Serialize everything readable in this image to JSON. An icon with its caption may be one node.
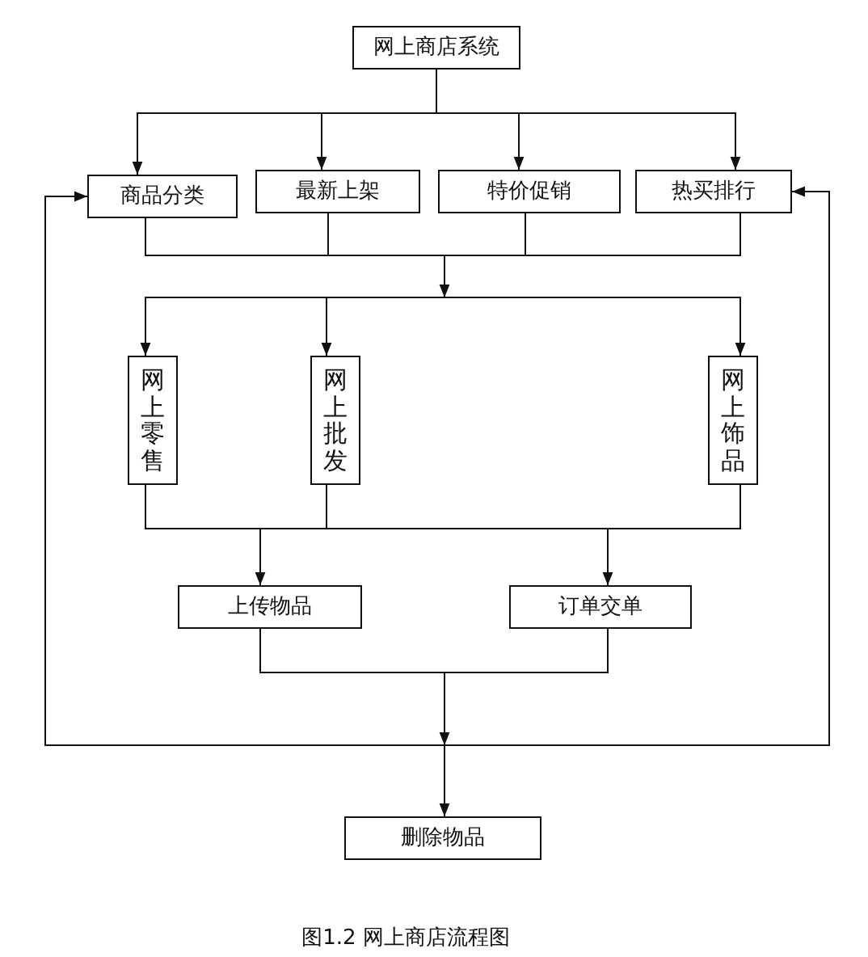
{
  "diagram": {
    "caption": "图1.2 网上商店流程图",
    "nodes": [
      {
        "text": [
          "网上商店系统"
        ]
      },
      {
        "text": [
          "商品分类"
        ]
      },
      {
        "text": [
          "最新上架"
        ]
      },
      {
        "text": [
          "特价促销"
        ]
      },
      {
        "text": [
          "热买排行"
        ]
      },
      {
        "text": [
          "网上零售"
        ]
      },
      {
        "text": [
          "网上批发"
        ]
      },
      {
        "text": [
          "网上饰品"
        ]
      },
      {
        "text": [
          "上传物品"
        ]
      },
      {
        "text": [
          "订单交单"
        ]
      },
      {
        "text": [
          "删除物品"
        ]
      }
    ],
    "edges": [
      {
        "from": 0,
        "to": 1,
        "arrow": "to"
      },
      {
        "from": 0,
        "to": 2,
        "arrow": "to"
      },
      {
        "from": 0,
        "to": 3,
        "arrow": "to"
      },
      {
        "from": 0,
        "to": 4,
        "arrow": "to"
      },
      {
        "from": 1,
        "to": 5,
        "arrow": "to"
      },
      {
        "from": 1,
        "to": 6,
        "arrow": "to"
      },
      {
        "from": 1,
        "to": 7,
        "arrow": "to"
      },
      {
        "from": 2,
        "to": 5,
        "arrow": "to"
      },
      {
        "from": 2,
        "to": 6,
        "arrow": "to"
      },
      {
        "from": 2,
        "to": 7,
        "arrow": "to"
      },
      {
        "from": 3,
        "to": 5,
        "arrow": "to"
      },
      {
        "from": 3,
        "to": 6,
        "arrow": "to"
      },
      {
        "from": 3,
        "to": 7,
        "arrow": "to"
      },
      {
        "from": 4,
        "to": 5,
        "arrow": "to"
      },
      {
        "from": 4,
        "to": 6,
        "arrow": "to"
      },
      {
        "from": 4,
        "to": 7,
        "arrow": "to"
      },
      {
        "from": 5,
        "to": 8,
        "arrow": "to"
      },
      {
        "from": 5,
        "to": 9,
        "arrow": "to"
      },
      {
        "from": 6,
        "to": 8,
        "arrow": "to"
      },
      {
        "from": 6,
        "to": 9,
        "arrow": "to"
      },
      {
        "from": 7,
        "to": 8,
        "arrow": "to"
      },
      {
        "from": 7,
        "to": 9,
        "arrow": "to"
      },
      {
        "from": 8,
        "to": 1,
        "arrow": "to"
      },
      {
        "from": 8,
        "to": 4,
        "arrow": "to"
      },
      {
        "from": 8,
        "to": 10,
        "arrow": "to"
      },
      {
        "from": 9,
        "to": 1,
        "arrow": "to"
      },
      {
        "from": 9,
        "to": 4,
        "arrow": "to"
      },
      {
        "from": 9,
        "to": 10,
        "arrow": "to"
      }
    ]
  }
}
